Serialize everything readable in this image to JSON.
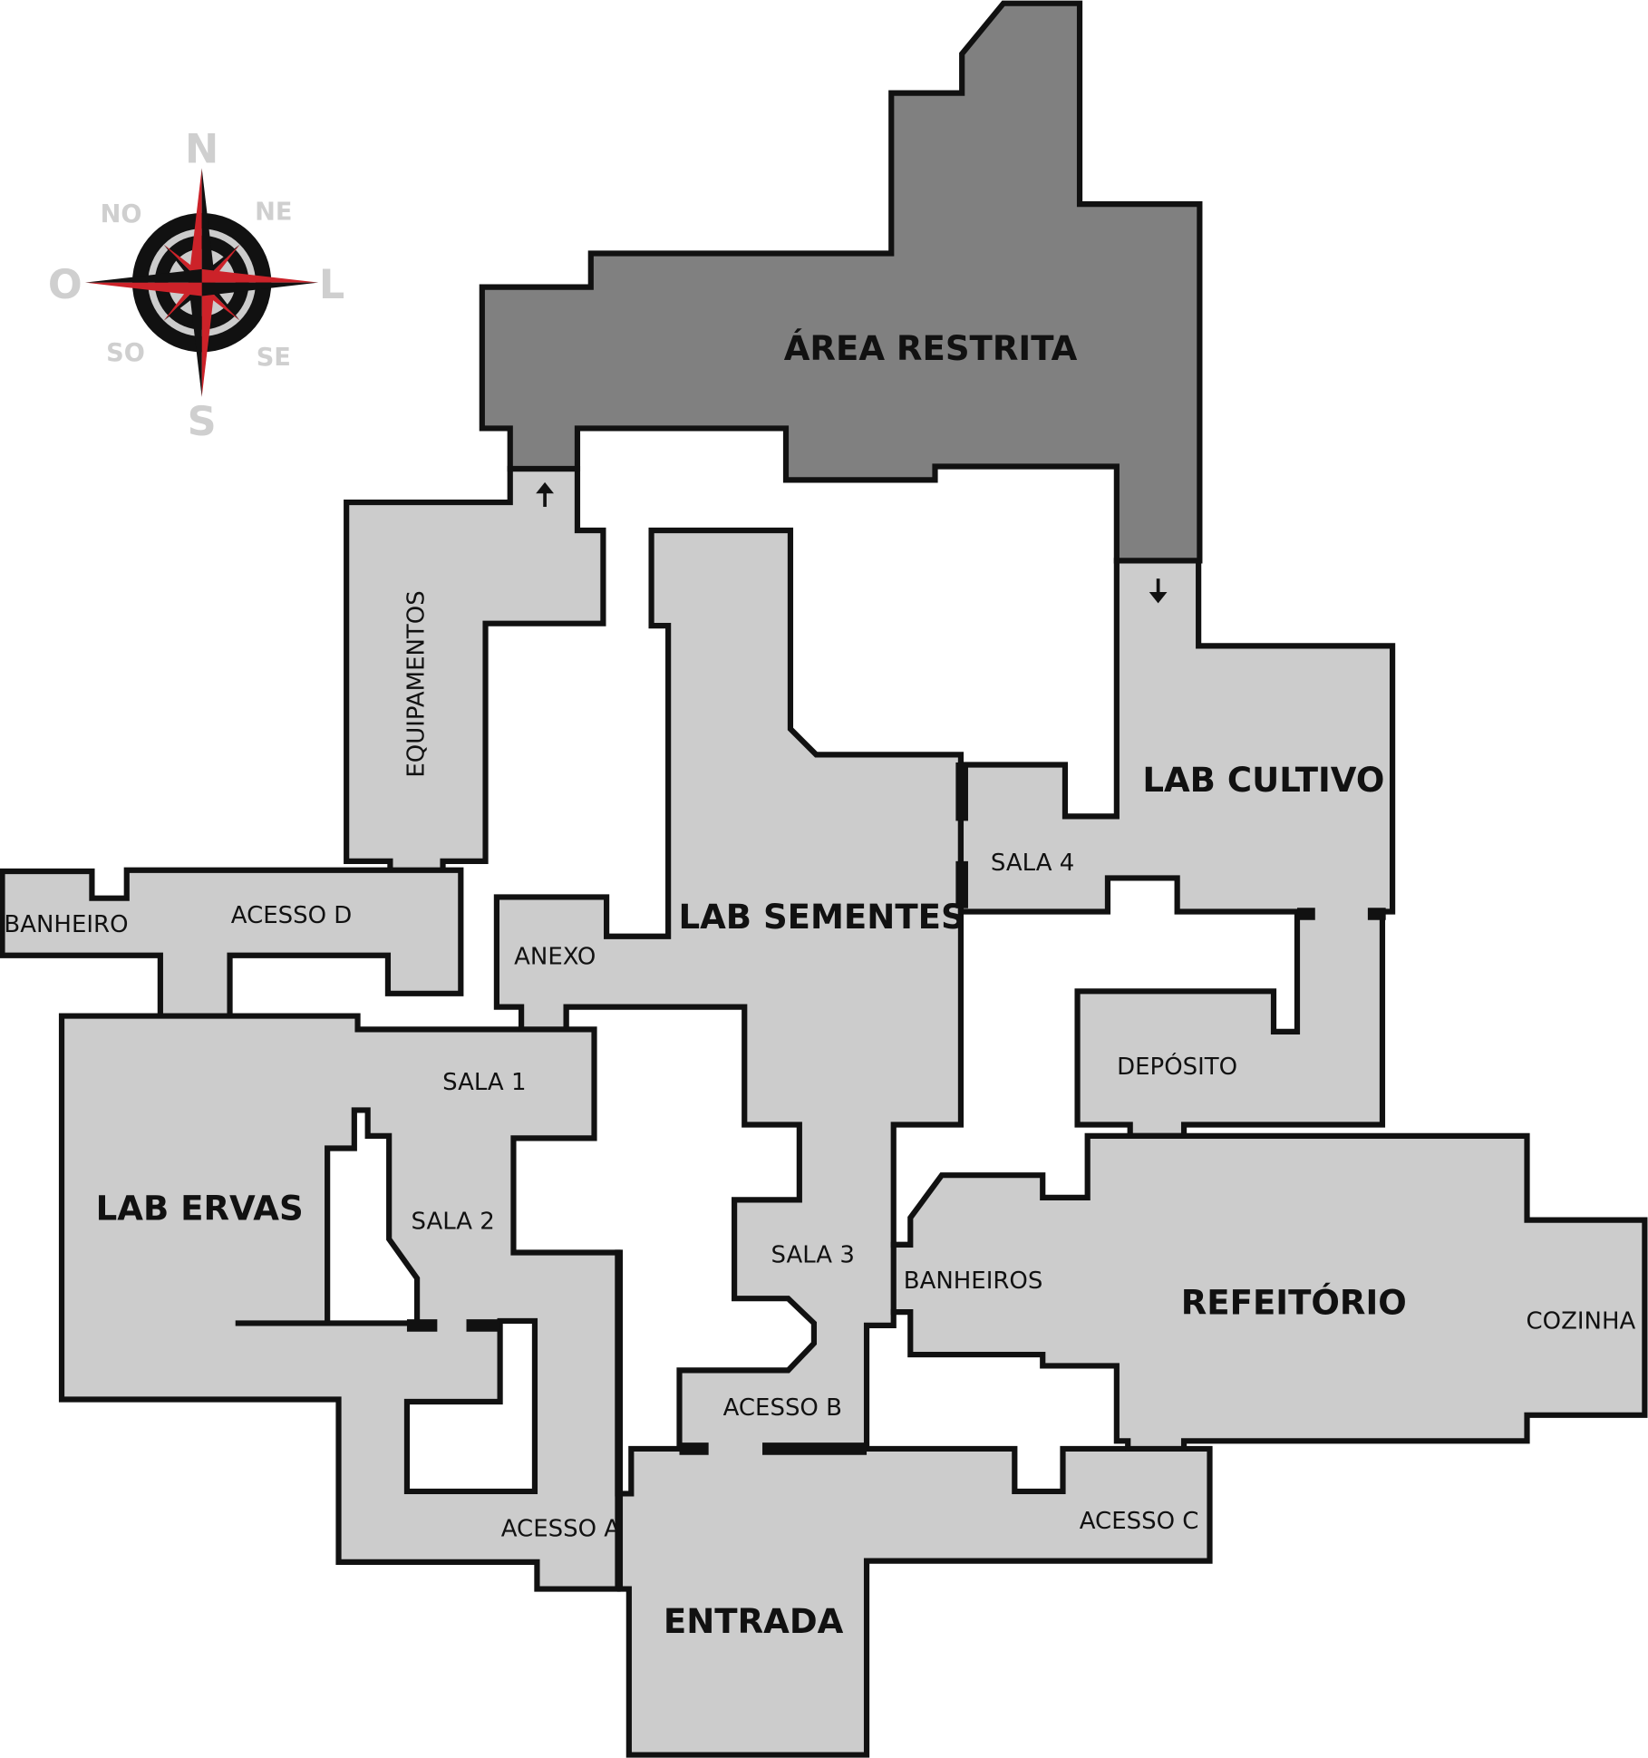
{
  "compass": {
    "north": "N",
    "south": "S",
    "east": "L",
    "west": "O",
    "northeast": "NE",
    "northwest": "NO",
    "southeast": "SE",
    "southwest": "SO"
  },
  "areas": {
    "area_restrita": "ÁREA RESTRITA",
    "equipamentos": "EQUIPAMENTOS",
    "lab_sementes": "LAB SEMENTES",
    "lab_cultivo": "LAB CULTIVO",
    "sala_4": "SALA 4",
    "banheiro": "BANHEIRO",
    "acesso_d": "ACESSO D",
    "anexo": "ANEXO",
    "sala_1": "SALA 1",
    "lab_ervas": "LAB ERVAS",
    "sala_2": "SALA 2",
    "sala_3": "SALA 3",
    "banheiros": "BANHEIROS",
    "deposito": "DEPÓSITO",
    "refeitorio": "REFEITÓRIO",
    "cozinha": "COZINHA",
    "acesso_b": "ACESSO B",
    "acesso_a": "ACESSO A",
    "acesso_c": "ACESSO C",
    "entrada": "ENTRADA"
  },
  "colors": {
    "room_fill": "#cccccc",
    "restricted_fill": "#808080",
    "wall": "#111111",
    "compass_red": "#cc2229",
    "compass_label": "#cfcfcf"
  },
  "icons": [
    "compass-rose-icon",
    "arrow-up-icon",
    "arrow-down-icon"
  ]
}
